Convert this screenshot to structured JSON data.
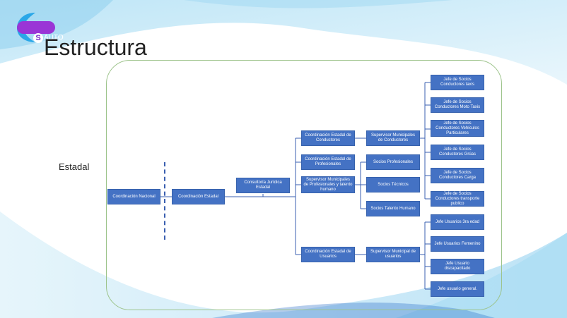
{
  "logo": {
    "letter": "S",
    "text": "AUTO"
  },
  "title": "Estructura",
  "side_label": "Estadal",
  "nodes": {
    "coord_nacional": "Coordinación Nacional",
    "coord_estadal": "Coordinación Estadal",
    "consultoria": "Consultoría Jurídica Estadal",
    "coord_conductores": "Coordinación Estadal de Conductores",
    "coord_profesionales": "Coordinación Estadal de Profesionales",
    "sup_profesionales": "Supervisor Municipales de Profesionales y talento humano",
    "coord_usuarios": "Coordinación Estadal de Usuarios",
    "sup_conductores": "Supervisor Municipales de Conductores",
    "socios_prof": "Socios Profesionales",
    "socios_tec": "Socios Técnicos",
    "socios_talento": "Socios Talento Humano",
    "sup_usuarios": "Supervisor Municipal de usuarios",
    "jefe_taxis": "Jefe de Socios Conductores taxis",
    "jefe_moto": "Jefe de Socios Conductores Moto Taxis",
    "jefe_vehiculos": "Jefe de Socios Conductores Vehículos Particulares",
    "jefe_gruas": "Jefe de Socios Conductores Grúas",
    "jefe_carga": "Jefe de Socios Conductores Carga",
    "jefe_transporte": "Jefe de Socios Conductores transporte publico",
    "jefe_3ra": "Jefe Usuarios 3ra edad",
    "jefe_femenino": "Jefe Usuarios Femenino",
    "jefe_discapacitado": "Jefe Usuario discapacitado",
    "jefe_general": "Jefe usuario general."
  },
  "colors": {
    "box": "#4472c4",
    "line": "#3a5fb0",
    "frame": "#9cc38a"
  }
}
